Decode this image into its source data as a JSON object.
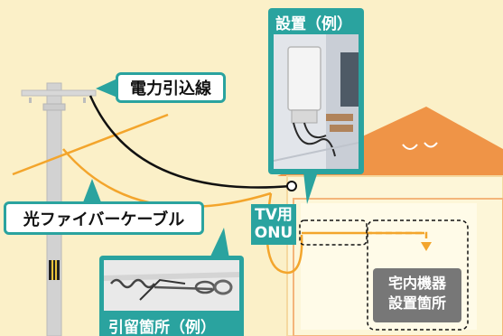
{
  "labels": {
    "power_line": "電力引込線",
    "fiber_cable": "光ファイバーケーブル",
    "install_example": "設置（例）",
    "anchor_example": "引留箇所（例）",
    "onu_line1": "TV用",
    "onu_line2": "ONU",
    "equipment_line1": "宅内機器",
    "equipment_line2": "設置箇所"
  },
  "colors": {
    "background": "#fbf0c8",
    "teal": "#2aa39f",
    "fiber_orange": "#f3a52c",
    "roof_orange": "#ef9447",
    "house_wall": "#fdf6d8",
    "pole_gray": "#cfcfcf",
    "equipment_gray": "#777777"
  }
}
